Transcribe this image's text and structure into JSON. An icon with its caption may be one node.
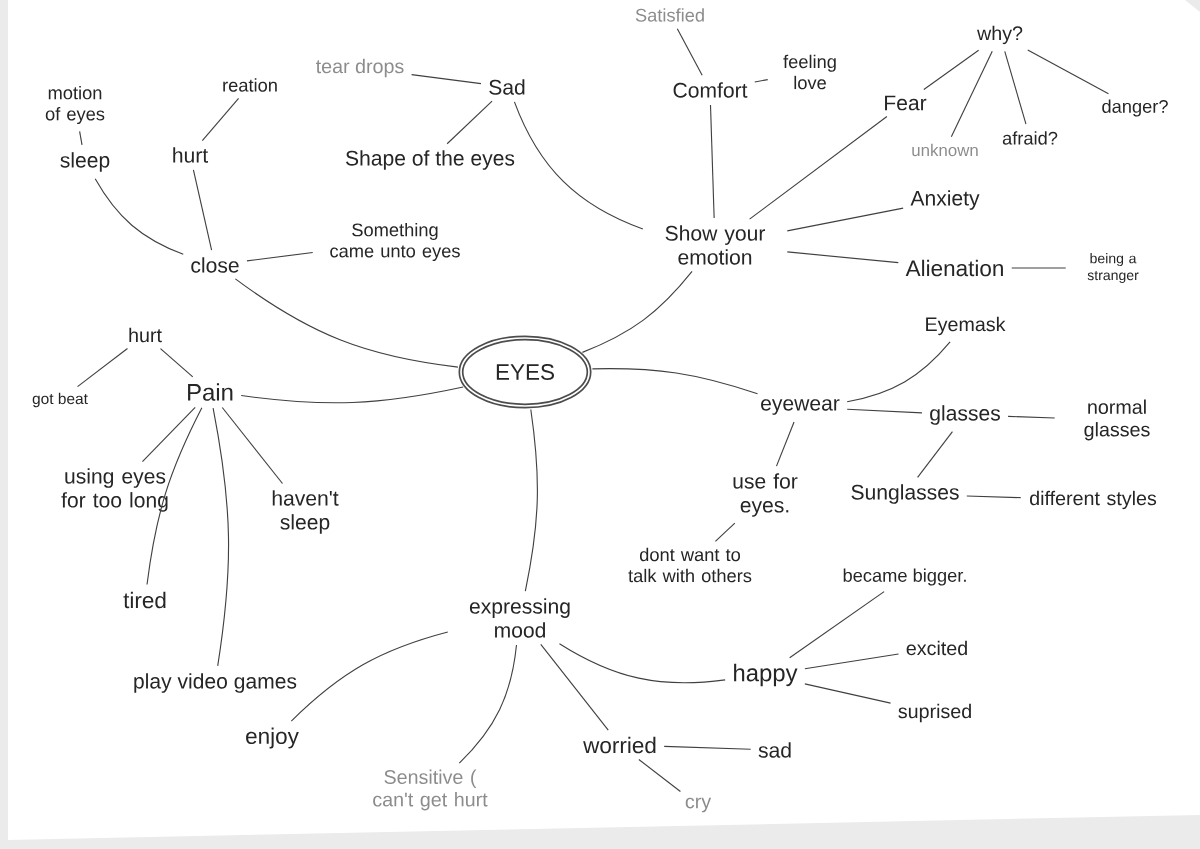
{
  "diagram": {
    "nodes": [
      {
        "text": [
          "EYES"
        ]
      },
      {
        "text": [
          "Show your emotion"
        ]
      },
      {
        "text": [
          "Comfort"
        ]
      },
      {
        "text": [
          "Satisfied"
        ]
      },
      {
        "text": [
          "feeling love"
        ]
      },
      {
        "text": [
          "Fear"
        ]
      },
      {
        "text": [
          "why?"
        ]
      },
      {
        "text": [
          "unknown"
        ]
      },
      {
        "text": [
          "afraid?"
        ]
      },
      {
        "text": [
          "danger?"
        ]
      },
      {
        "text": [
          "Anxiety"
        ]
      },
      {
        "text": [
          "Alienation"
        ]
      },
      {
        "text": [
          "being a stranger"
        ]
      },
      {
        "text": [
          "Sad"
        ]
      },
      {
        "text": [
          "tear drops"
        ]
      },
      {
        "text": [
          "Shape of the eyes"
        ]
      },
      {
        "text": [
          "close"
        ]
      },
      {
        "text": [
          "Something came unto eyes"
        ]
      },
      {
        "text": [
          "hurt"
        ]
      },
      {
        "text": [
          "reation"
        ]
      },
      {
        "text": [
          "sleep"
        ]
      },
      {
        "text": [
          "motion of eyes"
        ]
      },
      {
        "text": [
          "Pain"
        ]
      },
      {
        "text": [
          "hurt"
        ]
      },
      {
        "text": [
          "got beat"
        ]
      },
      {
        "text": [
          "using eyes for too long"
        ]
      },
      {
        "text": [
          "haven't sleep"
        ]
      },
      {
        "text": [
          "tired"
        ]
      },
      {
        "text": [
          "play video games"
        ]
      },
      {
        "text": [
          "eyewear"
        ]
      },
      {
        "text": [
          "Eyemask"
        ]
      },
      {
        "text": [
          "glasses"
        ]
      },
      {
        "text": [
          "normal glasses"
        ]
      },
      {
        "text": [
          "Sunglasses"
        ]
      },
      {
        "text": [
          "different styles"
        ]
      },
      {
        "text": [
          "use for eyes."
        ]
      },
      {
        "text": [
          "dont want to talk with others"
        ]
      },
      {
        "text": [
          "expressing mood"
        ]
      },
      {
        "text": [
          "happy"
        ]
      },
      {
        "text": [
          "became bigger."
        ]
      },
      {
        "text": [
          "excited"
        ]
      },
      {
        "text": [
          "suprised"
        ]
      },
      {
        "text": [
          "worried"
        ]
      },
      {
        "text": [
          "sad"
        ]
      },
      {
        "text": [
          "cry"
        ]
      },
      {
        "text": [
          "enjoy"
        ]
      },
      {
        "text": [
          "Sensitive ( can't get hurt"
        ]
      }
    ],
    "edges": [
      {
        "from": 0,
        "to": 1,
        "arrow": "none"
      },
      {
        "from": 1,
        "to": 2,
        "arrow": "none"
      },
      {
        "from": 2,
        "to": 3,
        "arrow": "none"
      },
      {
        "from": 2,
        "to": 4,
        "arrow": "none"
      },
      {
        "from": 1,
        "to": 5,
        "arrow": "none"
      },
      {
        "from": 5,
        "to": 6,
        "arrow": "none"
      },
      {
        "from": 6,
        "to": 7,
        "arrow": "none"
      },
      {
        "from": 6,
        "to": 8,
        "arrow": "none"
      },
      {
        "from": 6,
        "to": 9,
        "arrow": "none"
      },
      {
        "from": 1,
        "to": 10,
        "arrow": "none"
      },
      {
        "from": 1,
        "to": 11,
        "arrow": "none"
      },
      {
        "from": 11,
        "to": 12,
        "arrow": "none"
      },
      {
        "from": 1,
        "to": 13,
        "arrow": "none"
      },
      {
        "from": 13,
        "to": 14,
        "arrow": "none"
      },
      {
        "from": 13,
        "to": 15,
        "arrow": "none"
      },
      {
        "from": 0,
        "to": 16,
        "arrow": "none"
      },
      {
        "from": 16,
        "to": 17,
        "arrow": "none"
      },
      {
        "from": 16,
        "to": 18,
        "arrow": "none"
      },
      {
        "from": 18,
        "to": 19,
        "arrow": "none"
      },
      {
        "from": 16,
        "to": 20,
        "arrow": "none"
      },
      {
        "from": 20,
        "to": 21,
        "arrow": "none"
      },
      {
        "from": 0,
        "to": 22,
        "arrow": "none"
      },
      {
        "from": 22,
        "to": 23,
        "arrow": "none"
      },
      {
        "from": 23,
        "to": 24,
        "arrow": "none"
      },
      {
        "from": 22,
        "to": 25,
        "arrow": "none"
      },
      {
        "from": 22,
        "to": 26,
        "arrow": "none"
      },
      {
        "from": 22,
        "to": 27,
        "arrow": "none"
      },
      {
        "from": 22,
        "to": 28,
        "arrow": "none"
      },
      {
        "from": 0,
        "to": 29,
        "arrow": "none"
      },
      {
        "from": 29,
        "to": 30,
        "arrow": "none"
      },
      {
        "from": 29,
        "to": 31,
        "arrow": "none"
      },
      {
        "from": 31,
        "to": 32,
        "arrow": "none"
      },
      {
        "from": 31,
        "to": 33,
        "arrow": "none"
      },
      {
        "from": 33,
        "to": 34,
        "arrow": "none"
      },
      {
        "from": 29,
        "to": 35,
        "arrow": "none"
      },
      {
        "from": 35,
        "to": 36,
        "arrow": "none"
      },
      {
        "from": 0,
        "to": 37,
        "arrow": "none"
      },
      {
        "from": 37,
        "to": 38,
        "arrow": "none"
      },
      {
        "from": 38,
        "to": 39,
        "arrow": "none"
      },
      {
        "from": 38,
        "to": 40,
        "arrow": "none"
      },
      {
        "from": 38,
        "to": 41,
        "arrow": "none"
      },
      {
        "from": 37,
        "to": 42,
        "arrow": "none"
      },
      {
        "from": 42,
        "to": 43,
        "arrow": "none"
      },
      {
        "from": 42,
        "to": 44,
        "arrow": "none"
      },
      {
        "from": 37,
        "to": 45,
        "arrow": "none"
      },
      {
        "from": 37,
        "to": 46,
        "arrow": "none"
      }
    ]
  }
}
